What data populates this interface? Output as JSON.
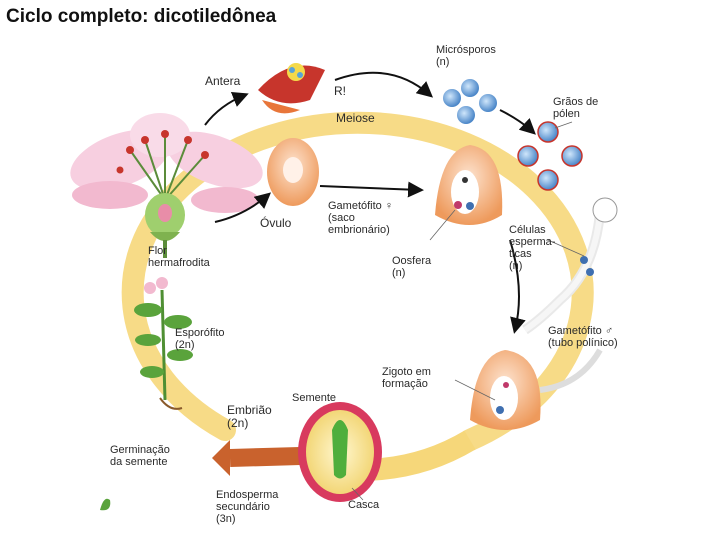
{
  "title": "Ciclo completo: dicotiledônea",
  "labels": {
    "microsporos": "Micrósporos\n(n)",
    "antera": "Antera",
    "ri": "R!",
    "meiose": "Meiose",
    "graos_polen": "Grãos de\npólen",
    "ovulo": "Óvulo",
    "gametofito_f": "Gametófito ♀\n(saco\nembrionário)",
    "flor": "Flor\nhermafrodita",
    "celulas_espermaticas": "Células\nesperma-\nticas\n(n)",
    "oosfera": "Oosfera\n(n)",
    "esporofito": "Esporófito\n(2n)",
    "gametofito_m": "Gametófito ♂\n(tubo polínico)",
    "zigoto": "Zigoto em\nformação",
    "semente": "Semente",
    "embriao": "Embrião\n(2n)",
    "germinacao": "Germinação\nda semente",
    "endosperma": "Endosperma\nsecundário\n(3n)",
    "casca": "Casca"
  },
  "colors": {
    "cycle_arrow": "#f6d77a",
    "petal": "#f7cfe0",
    "anther": "#c7352c",
    "pollen": "#4a86c8",
    "seed_ring": "#d83a5e",
    "embryo": "#4fae3c",
    "ovule": "#f2a36a"
  }
}
